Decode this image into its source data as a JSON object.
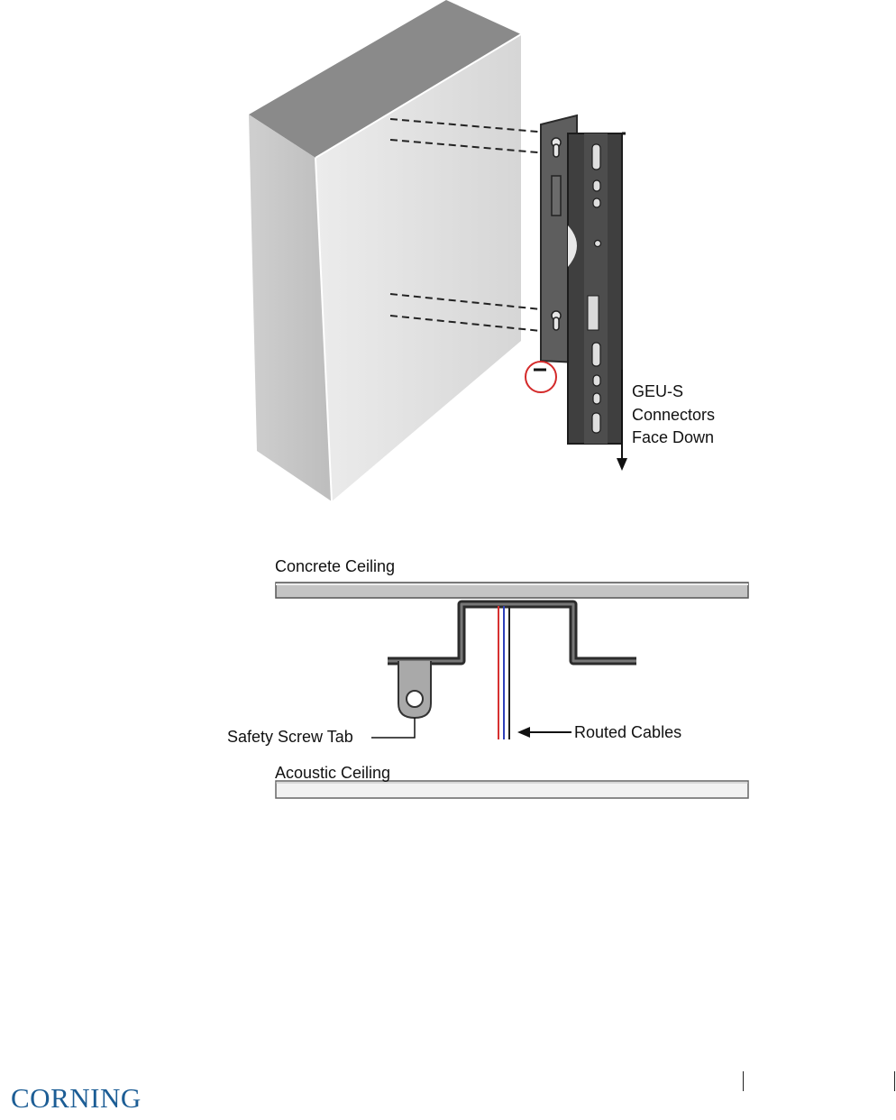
{
  "figure_mount": {
    "label_lines": [
      "GEU-S",
      "Connectors",
      "Face Down"
    ]
  },
  "figure_ceiling": {
    "concrete_label": "Concrete Ceiling",
    "acoustic_label": "Acoustic Ceiling",
    "safety_tab_label": "Safety Screw Tab",
    "routed_cables_label": "Routed Cables"
  },
  "footer": {
    "logo_text": "CORNING"
  },
  "colors": {
    "logo_blue": "#1c5d95",
    "highlight_red": "#d42a2a",
    "cable_red": "#d63030",
    "cable_blue": "#2d3fb8"
  }
}
